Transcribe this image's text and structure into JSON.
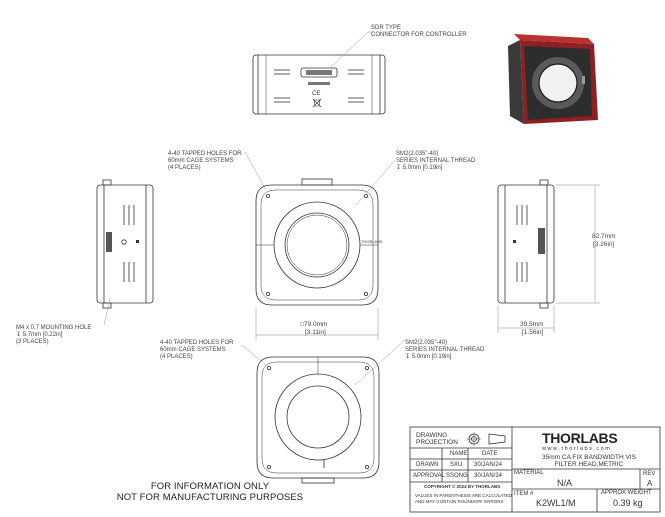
{
  "callouts": {
    "sdr": [
      "SDR TYPE",
      "CONNECTOR FOR CONTROLLER"
    ],
    "cage_top": [
      "4-40 TAPPED HOLES FOR",
      "60mm CAGE SYSTEMS",
      "(4 PLACES)"
    ],
    "thread_top": [
      "SM2(2.035\"-40)",
      "SERIES INTERNAL THREAD",
      "↧ 5.0mm [0.19in]"
    ],
    "mounting": [
      "M4 x 0.7 MOUNTING HOLE",
      "↧ 5.7mm [0.22in]",
      "(3 PLACES)"
    ],
    "cage_bottom": [
      "4-40 TAPPED HOLES FOR",
      "60mm CAGE SYSTEMS",
      "(4 PLACES)"
    ],
    "thread_bottom": [
      "SM2(2.035\"-40)",
      "SERIES INTERNAL THREAD",
      "↧ 5.0mm [0.19in]"
    ]
  },
  "dimensions": {
    "width_mm": "□79.0mm",
    "width_in": "[3.11in]",
    "height_mm": "82.7mm",
    "height_in": "[3.26in]",
    "depth_mm": "39.5mm",
    "depth_in": "[1.56in]"
  },
  "disclaimer": [
    "FOR INFORMATION ONLY",
    "NOT FOR MANUFACTURING PURPOSES"
  ],
  "title_block": {
    "drawing_projection": [
      "DRAWING",
      "PROJECTION"
    ],
    "logo": "THORLABS",
    "website": "w w w . t h o r l a b s . c o m",
    "title": [
      "35mm CA FIX BANDWIDTH VIS",
      "FILTER HEAD,METRIC"
    ],
    "name_header": "NAME",
    "date_header": "DATE",
    "drawn_label": "DRAWN",
    "drawn_name": "SXU",
    "drawn_date": "30/JAN/24",
    "approval_label": "APPROVAL",
    "approval_name": "SSONG",
    "approval_date": "30/JAN/24",
    "material_label": "MATERIAL",
    "material_value": "N/A",
    "rev_label": "REV",
    "rev_value": "A",
    "copyright": "COPYRIGHT © 2024 BY THORLABS",
    "note": [
      "VALUES IN PARENTHESIS ARE CALCULATED",
      "AND MAY CONTAIN ROUNDOFF ERRORS"
    ],
    "item_label": "ITEM #",
    "item_value": "K2WL1/M",
    "weight_label": "APPROX WEIGHT",
    "weight_value": "0.39 kg"
  },
  "colors": {
    "housing_red": "#a3262a",
    "housing_dark": "#2b2b2b",
    "line": "#333333"
  }
}
